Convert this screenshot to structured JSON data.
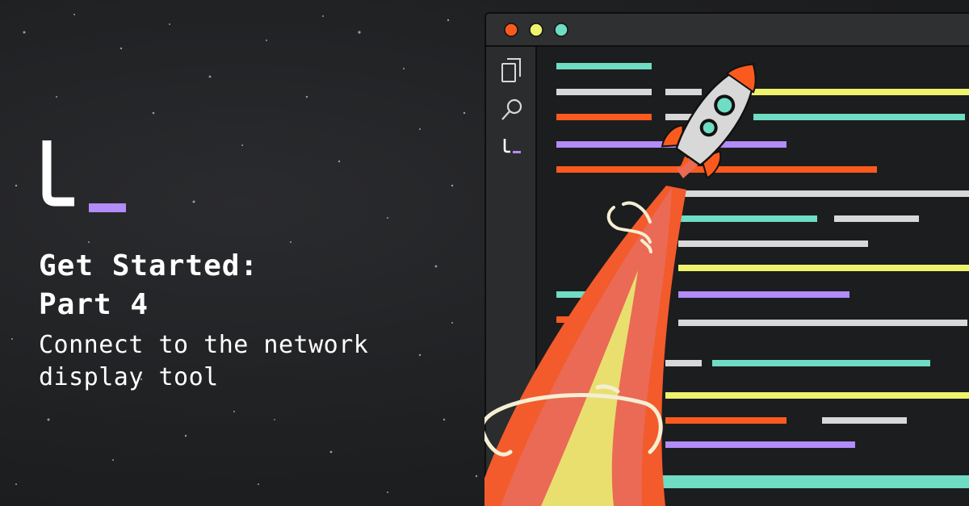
{
  "brand": {
    "logo_text": "l"
  },
  "headline": {
    "line1": "Get Started:",
    "line2": "Part 4"
  },
  "subhead": {
    "line1": "Connect to the network",
    "line2": "display tool"
  },
  "colors": {
    "background": "#1e1f21",
    "accent_purple": "#b28cf9",
    "teal": "#6fdcc4",
    "yellow": "#eef26d",
    "orange": "#fb5a1e",
    "light_gray": "#d8d8d8",
    "flame_red": "#ea6a56",
    "flame_orange": "#f35b2c",
    "flame_yellow": "#e8df6f",
    "smoke": "#f4efd2"
  },
  "window_controls": [
    "close",
    "minimize",
    "maximize"
  ],
  "sidebar_icons": [
    "files-icon",
    "search-icon",
    "logo-icon"
  ]
}
